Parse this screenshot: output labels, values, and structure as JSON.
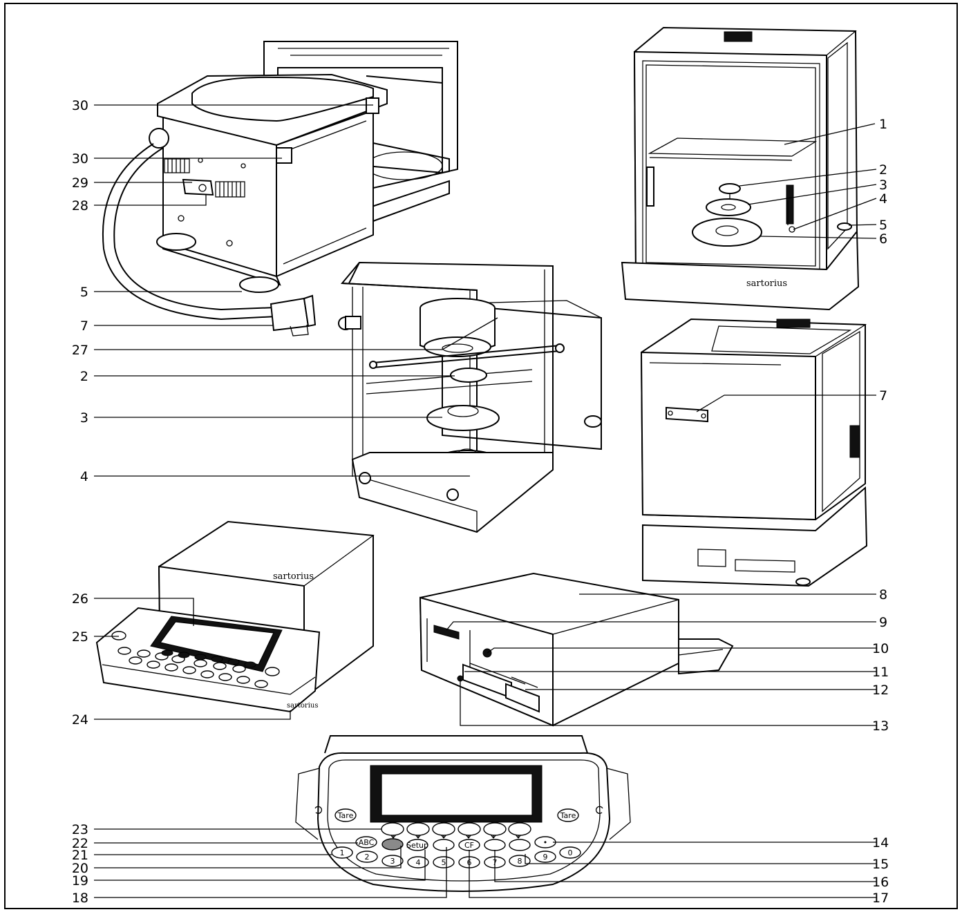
{
  "callouts_left": [
    "30",
    "30",
    "29",
    "28",
    "5",
    "7",
    "27",
    "2",
    "3",
    "4",
    "26",
    "25",
    "24",
    "23",
    "22",
    "21",
    "20",
    "19",
    "18"
  ],
  "callouts_right": [
    "1",
    "2",
    "3",
    "4",
    "5",
    "6",
    "7",
    "8",
    "9",
    "10",
    "11",
    "12",
    "13",
    "14",
    "15",
    "16",
    "17"
  ],
  "brand": "sartorius",
  "keypad": {
    "tare_left": "Tare",
    "tare_right": "Tare",
    "abc": "ABC",
    "setup": "Setup",
    "cf": "CF",
    "dot": "•",
    "digits": [
      "1",
      "2",
      "3",
      "4",
      "5",
      "6",
      "7",
      "8",
      "9",
      "0"
    ]
  }
}
